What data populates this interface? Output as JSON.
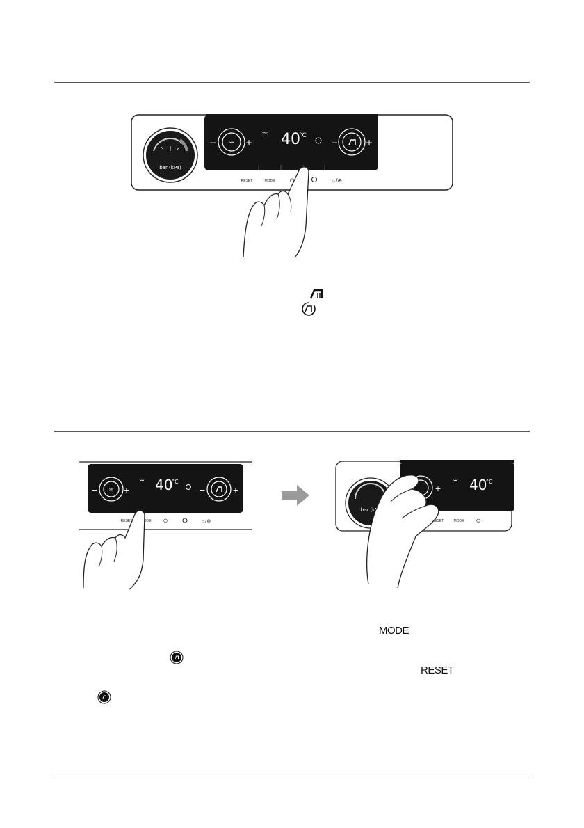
{
  "panel": {
    "temperature": "40",
    "unit": "°C",
    "gauge_unit": "bar (kPa)",
    "gauge_unit_short": "bar (kPa",
    "buttons": [
      "RESET",
      "MODE"
    ],
    "minus": "−",
    "plus": "+"
  },
  "inline_labels": {
    "mode": "MODE",
    "reset": "RESET"
  },
  "colors": {
    "lcd": "#141414",
    "arrow": "#9a9a9a",
    "outline": "#222222"
  }
}
